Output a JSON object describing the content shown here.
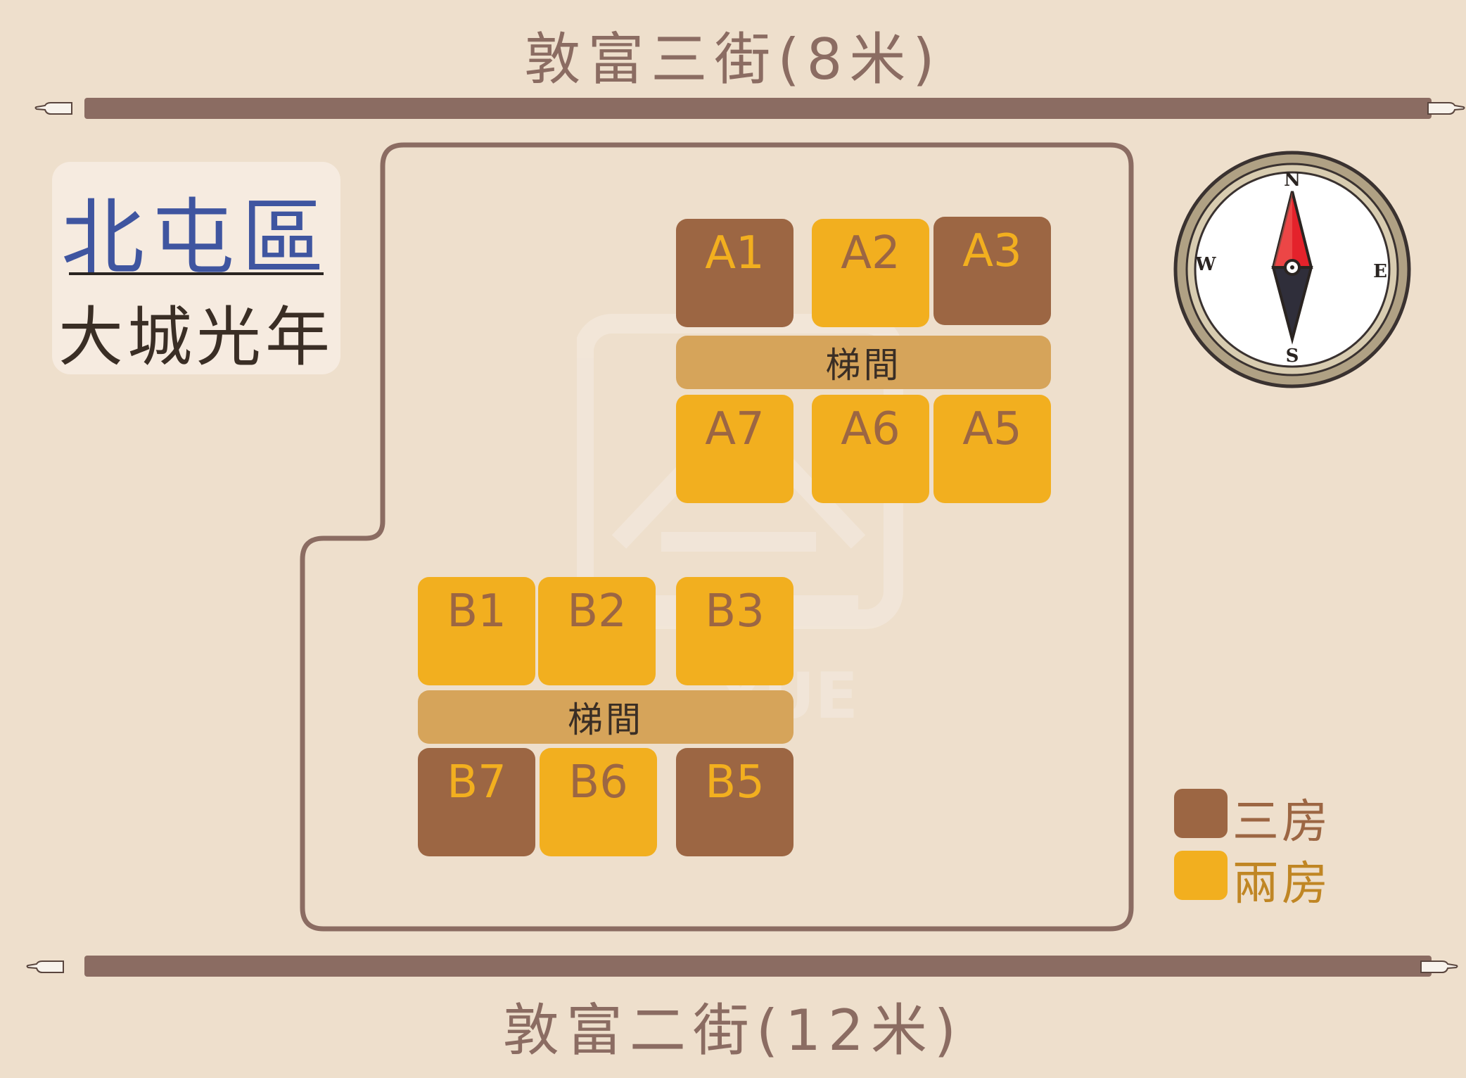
{
  "streets": {
    "top": "敦富三街(8米)",
    "bottom": "敦富二街(12米)"
  },
  "title": {
    "district": "北屯區",
    "project": "大城光年"
  },
  "buildings": {
    "a": {
      "units": [
        {
          "label": "A1",
          "type": "三房"
        },
        {
          "label": "A2",
          "type": "兩房"
        },
        {
          "label": "A3",
          "type": "三房"
        },
        {
          "label": "A7",
          "type": "兩房"
        },
        {
          "label": "A6",
          "type": "兩房"
        },
        {
          "label": "A5",
          "type": "兩房"
        }
      ],
      "stair": "梯間"
    },
    "b": {
      "units": [
        {
          "label": "B1",
          "type": "兩房"
        },
        {
          "label": "B2",
          "type": "兩房"
        },
        {
          "label": "B3",
          "type": "兩房"
        },
        {
          "label": "B7",
          "type": "三房"
        },
        {
          "label": "B6",
          "type": "兩房"
        },
        {
          "label": "B5",
          "type": "三房"
        }
      ],
      "stair": "梯間"
    }
  },
  "legend": [
    {
      "label": "三房",
      "color": "#9C6643"
    },
    {
      "label": "兩房",
      "color": "#F2AF1F"
    }
  ],
  "compass": {
    "n": "N",
    "s": "S",
    "e": "E",
    "w": "W"
  },
  "watermark": {
    "text": "YUE"
  },
  "colors": {
    "background": "#EEDFCC",
    "road": "#8B6C62",
    "three_room": "#9C6643",
    "two_room": "#F2AF1F",
    "stair": "#D6A45A",
    "district_text": "#3F55A0"
  }
}
